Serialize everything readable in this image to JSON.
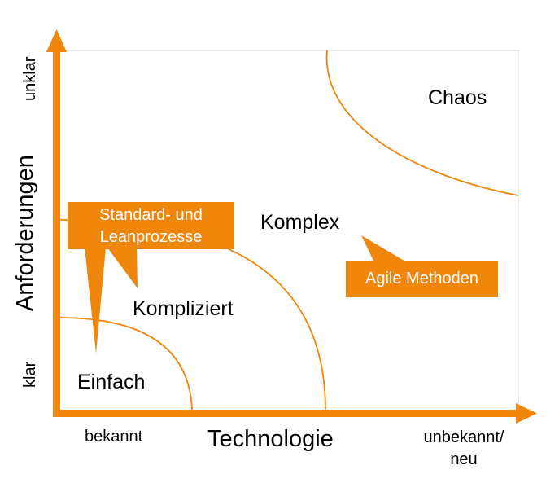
{
  "colors": {
    "accent": "#F0860C",
    "frame": "#D8D8D8",
    "text": "#000000",
    "callout_text": "#FFFFFF"
  },
  "axes": {
    "x_title": "Technologie",
    "x_low": "bekannt",
    "x_high_line1": "unbekannt/",
    "x_high_line2": "neu",
    "y_title": "Anforderungen",
    "y_low": "klar",
    "y_high": "unklar"
  },
  "regions": {
    "simple": "Einfach",
    "complicated": "Kompliziert",
    "complex": "Komplex",
    "chaos": "Chaos"
  },
  "callouts": {
    "standard_line1": "Standard- und",
    "standard_line2": "Leanprozesse",
    "agile": "Agile Methoden"
  }
}
